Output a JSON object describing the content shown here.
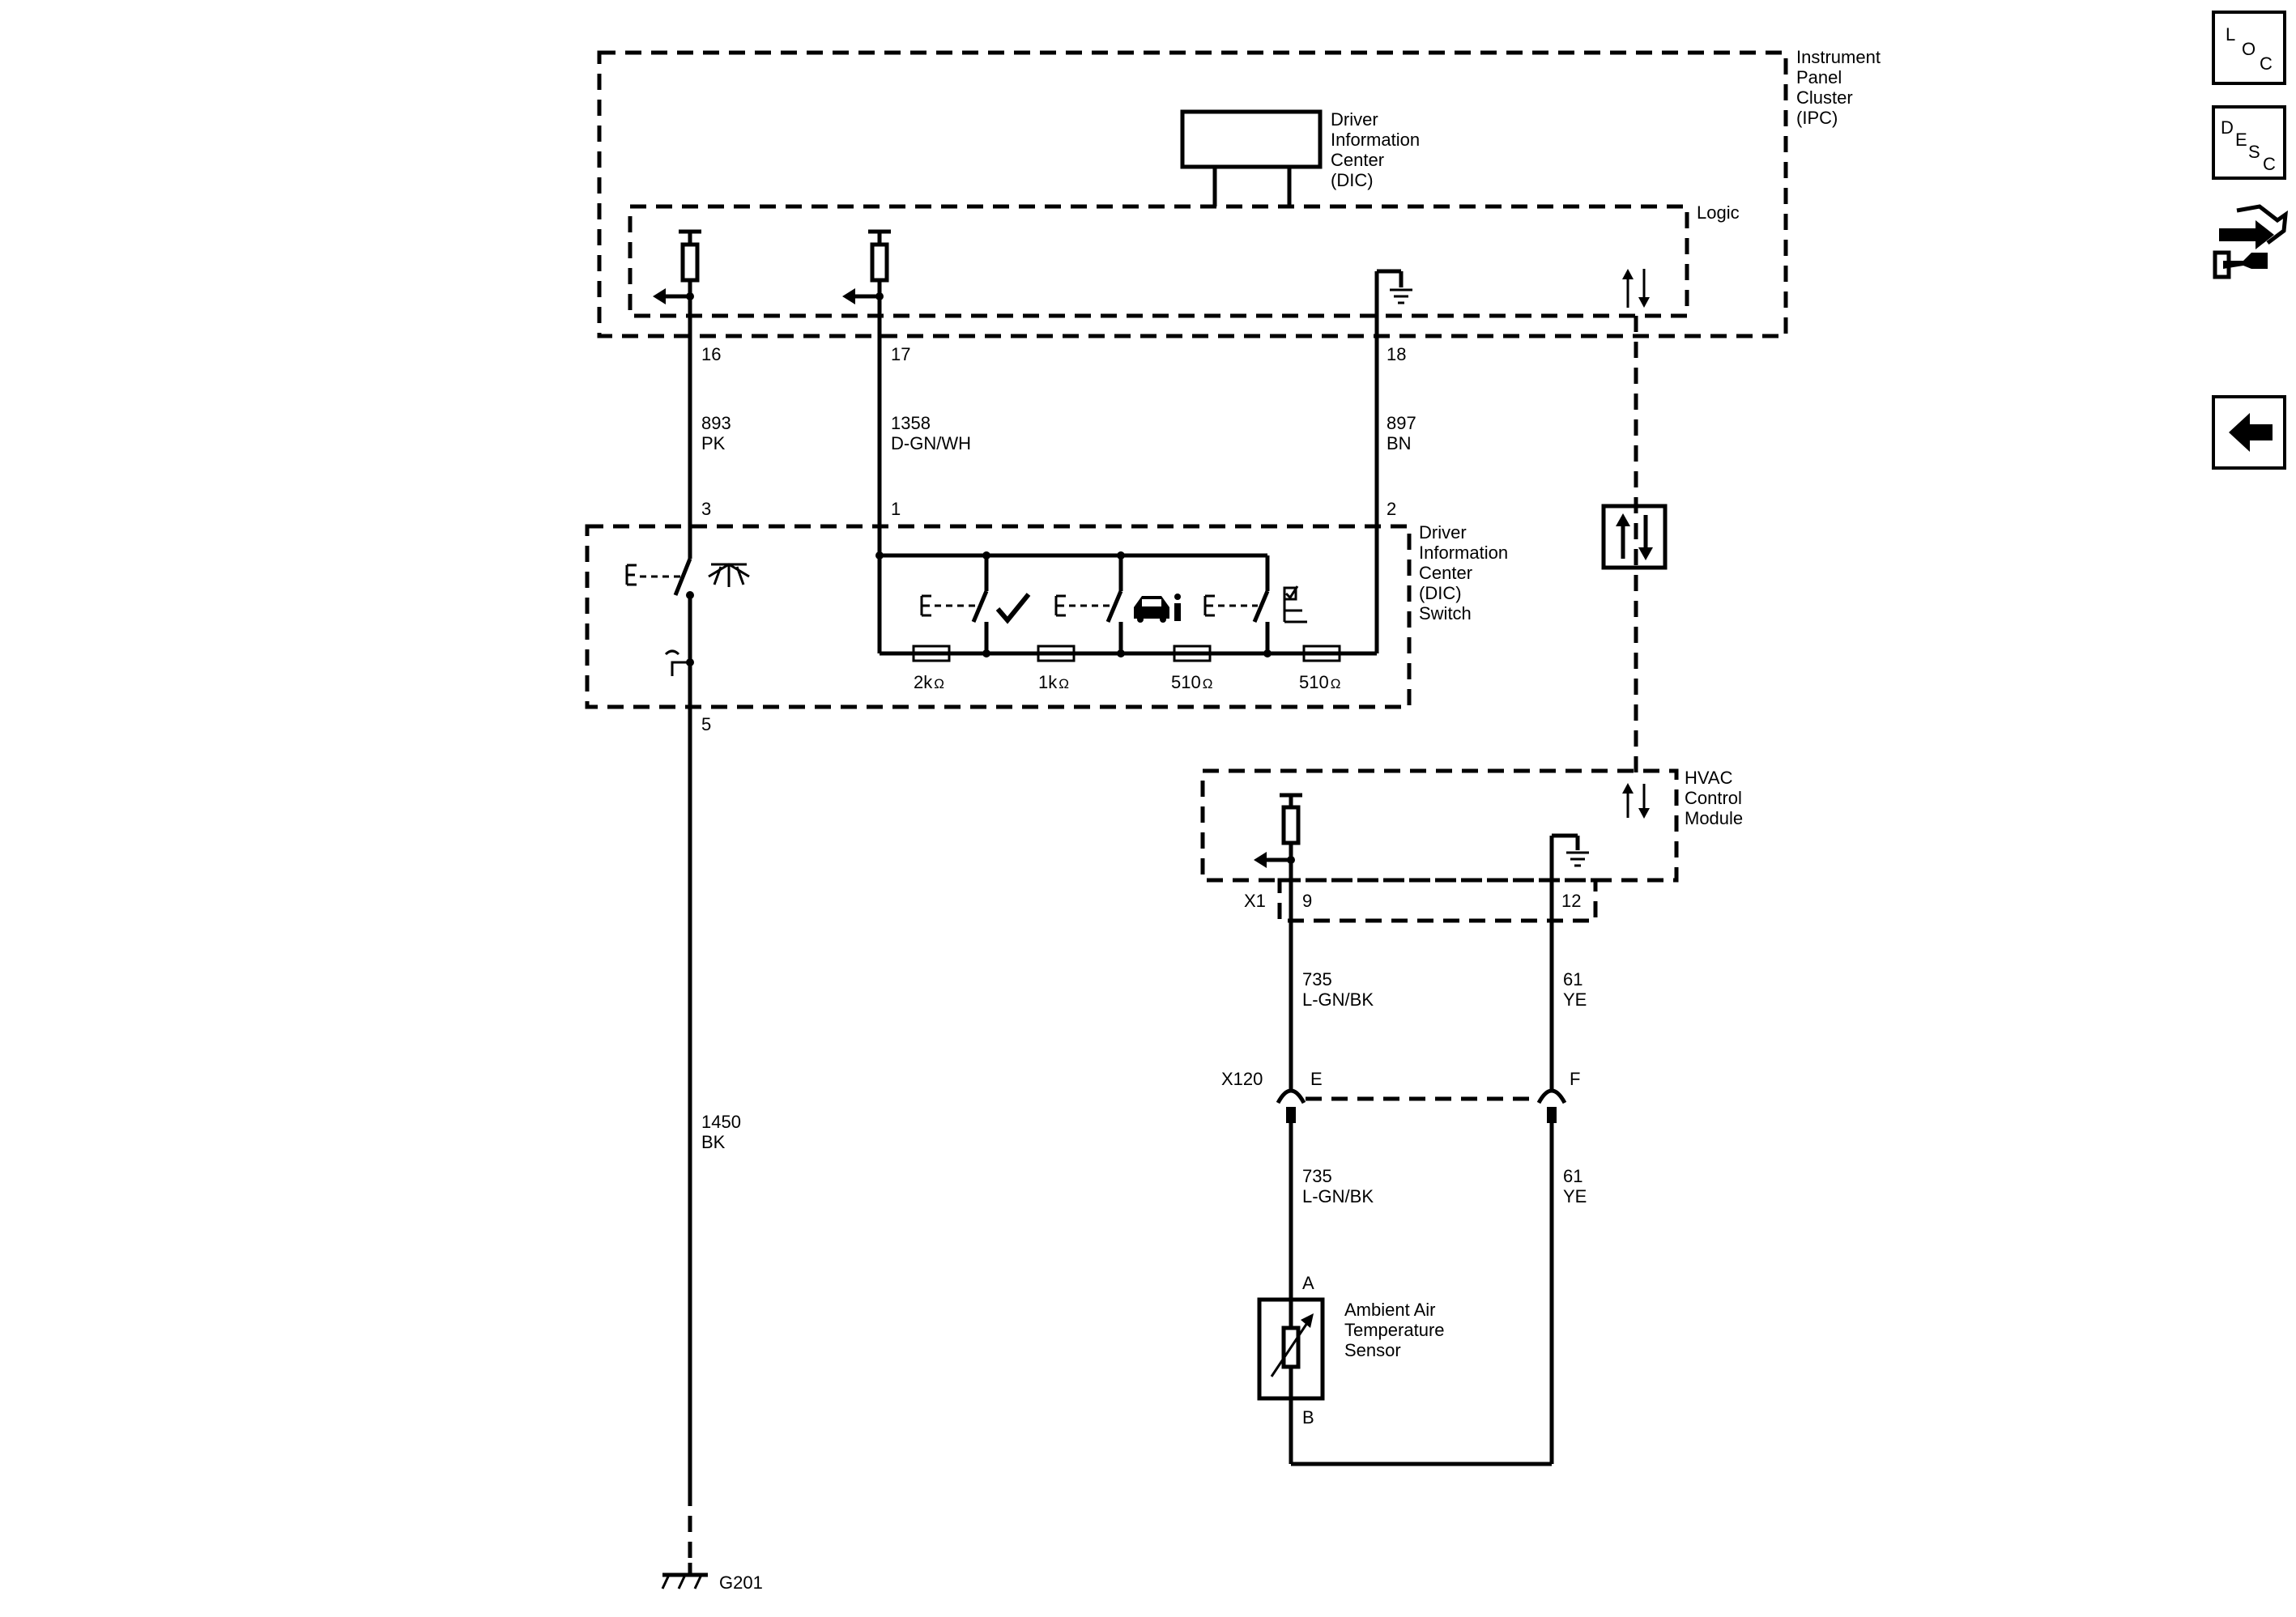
{
  "modules": {
    "ipc": [
      "Instrument",
      "Panel",
      "Cluster",
      "(IPC)"
    ],
    "dic": [
      "Driver",
      "Information",
      "Center",
      "(DIC)"
    ],
    "logic": "Logic",
    "dic_switch": [
      "Driver",
      "Information",
      "Center",
      "(DIC)",
      "Switch"
    ],
    "hvac": [
      "HVAC",
      "Control",
      "Module"
    ],
    "sensor": [
      "Ambient Air",
      "Temperature",
      "Sensor"
    ]
  },
  "pins": {
    "ipc_16": "16",
    "ipc_17": "17",
    "ipc_18": "18",
    "sw_3": "3",
    "sw_1": "1",
    "sw_2": "2",
    "sw_5": "5",
    "hvac_9": "9",
    "hvac_12": "12",
    "hvac_conn": "X1",
    "x120": "X120",
    "x120_e": "E",
    "x120_f": "F",
    "sensor_a": "A",
    "sensor_b": "B"
  },
  "wires": {
    "w893": [
      "893",
      "PK"
    ],
    "w1358": [
      "1358",
      "D-GN/WH"
    ],
    "w897": [
      "897",
      "BN"
    ],
    "w1450": [
      "1450",
      "BK"
    ],
    "w735_top": [
      "735",
      "L-GN/BK"
    ],
    "w61_top": [
      "61",
      "YE"
    ],
    "w735_bot": [
      "735",
      "L-GN/BK"
    ],
    "w61_bot": [
      "61",
      "YE"
    ]
  },
  "resistors": [
    "2k",
    "1k",
    "510",
    "510"
  ],
  "ohm_symbol": "Ω",
  "ground": "G201",
  "sidebar": {
    "loc": [
      "L",
      "O",
      "C"
    ],
    "desc": [
      "D",
      "E",
      "S",
      "C"
    ]
  }
}
